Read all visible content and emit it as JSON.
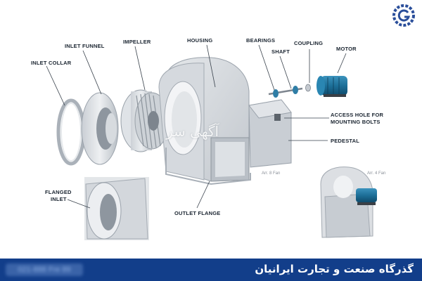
{
  "labels": {
    "inlet_collar": "INLET COLLAR",
    "inlet_funnel": "INLET FUNNEL",
    "impeller": "IMPELLER",
    "housing": "HOUSING",
    "bearings": "BEARINGS",
    "shaft": "SHAFT",
    "coupling": "COUPLING",
    "motor": "MOTOR",
    "access_hole_1": "ACCESS HOLE FOR",
    "access_hole_2": "MOUNTING BOLTS",
    "pedestal": "PEDESTAL",
    "flanged_inlet_1": "FLANGED",
    "flanged_inlet_2": "INLET",
    "outlet_flange": "OUTLET FLANGE"
  },
  "arrangements": {
    "arr8": "Arr. 8 Fan",
    "arr4": "Arr. 4 Fan"
  },
  "watermark": "آگهی سر",
  "footer": {
    "title": "گذرگاه صنعت و تجارت ایرانیان",
    "phone": "021-888 Fre 89"
  },
  "colors": {
    "footer_bg": "#123e8a",
    "motor": "#1d6f98",
    "logo": "#2a4e9a"
  },
  "icons": {
    "logo": "gear-g-logo-icon"
  }
}
